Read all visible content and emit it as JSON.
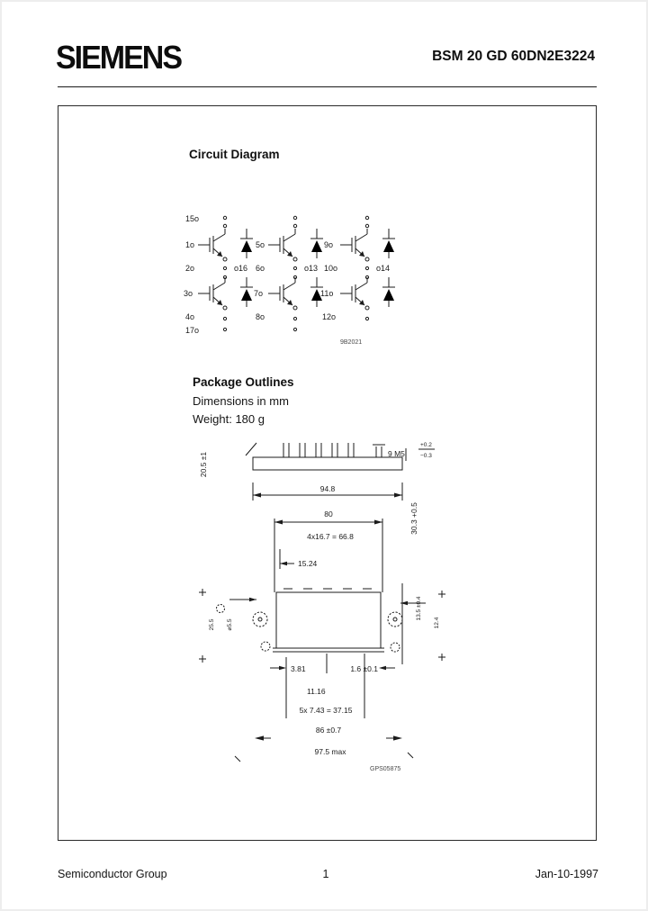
{
  "header": {
    "logo": "SIEMENS",
    "part_number": "BSM 20 GD 60DN2E3224"
  },
  "sections": {
    "circuit_title": "Circuit Diagram",
    "package_title": "Package Outlines",
    "dimensions_note": "Dimensions in mm",
    "weight_note": "Weight: 180 g"
  },
  "circuit": {
    "top_rail_label": "15o",
    "bottom_rail_label": "17o",
    "drawing_id": "9B2021",
    "legs": [
      {
        "gate_top": "1o",
        "aux_top": "2o",
        "phase": "o16",
        "gate_bottom": "3o",
        "aux_bottom": "4o"
      },
      {
        "gate_top": "5o",
        "aux_top": "6o",
        "phase": "o13",
        "gate_bottom": "7o",
        "aux_bottom": "8o"
      },
      {
        "gate_top": "9o",
        "aux_top": "10o",
        "phase": "o14",
        "gate_bottom": "11o",
        "aux_bottom": "12o"
      }
    ]
  },
  "outline": {
    "side_height": "20.5 ±1",
    "pin_dim": "9 M5",
    "pin_tol_plus": "+0.2",
    "pin_tol_minus": "−0.3",
    "depth": "30.3 +0.5",
    "width": "94.8",
    "pin_row_width": "80",
    "pin_pitch_total": "4x16.7 = 66.8",
    "pin_pitch": "15.24",
    "left_height": "25.5",
    "hole_dia": "⌀5.5",
    "right_dim1": "13.5 ±0.4",
    "right_dim2": "12.4",
    "dim_381": "3.81",
    "dim_16": "1.6 ±0.1",
    "dim_1116": "11.16",
    "dim_pitch_row": "5x 7.43 = 37.15",
    "dim_86": "86 ±0.7",
    "dim_975": "97.5 max",
    "drawing_id": "GPS05875"
  },
  "footer": {
    "group": "Semiconductor Group",
    "page": "1",
    "date": "Jan-10-1997"
  }
}
